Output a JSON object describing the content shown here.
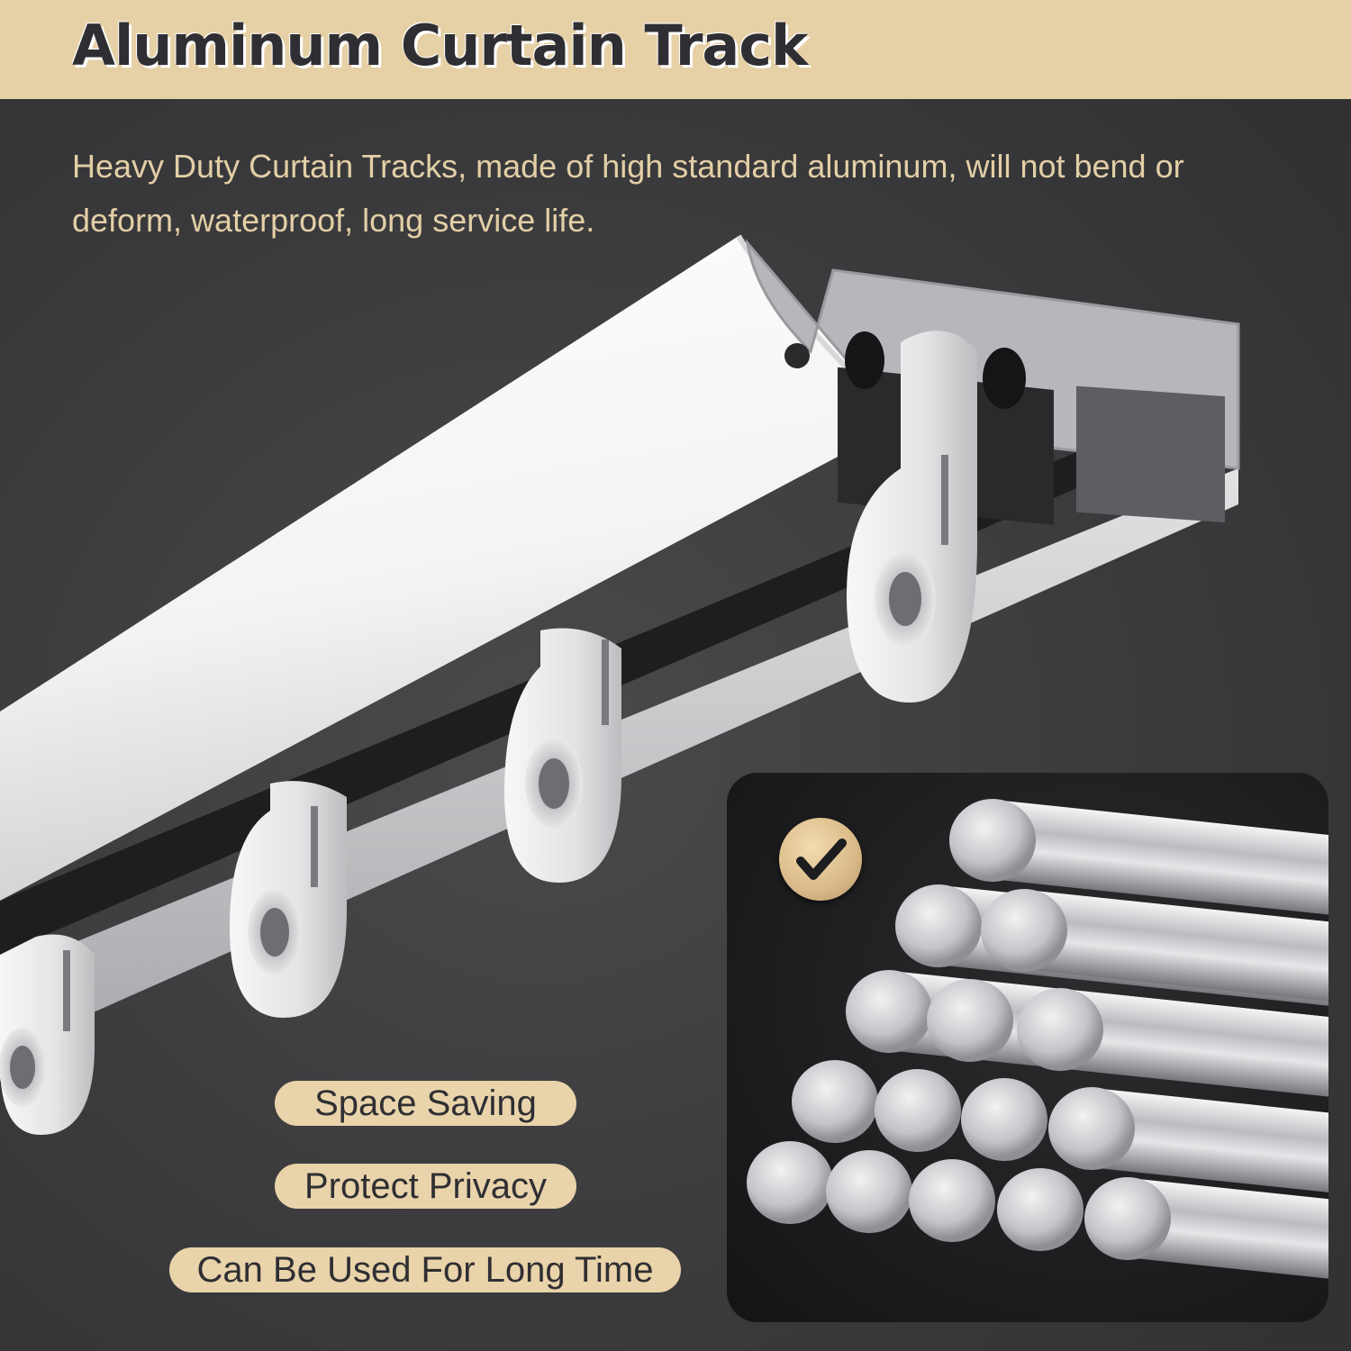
{
  "header": {
    "title": "Aluminum Curtain Track"
  },
  "description": "Heavy Duty Curtain Tracks, made of high standard aluminum, will not bend or deform, waterproof, long service life.",
  "features": [
    "Space Saving",
    "Protect Privacy",
    "Can Be Used For Long Time"
  ],
  "icons": {
    "check": "check-mark-icon"
  },
  "colors": {
    "accent": "#e6d0a6",
    "background": "#3c3c3e",
    "title_text": "#2f2f33"
  }
}
